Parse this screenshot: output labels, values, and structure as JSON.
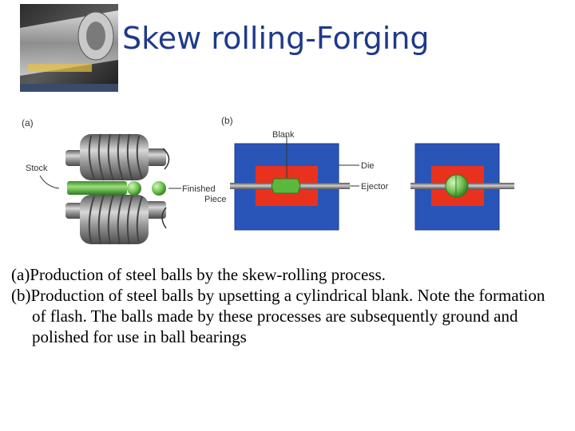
{
  "title": "Skew rolling-Forging",
  "figure": {
    "panel_a": {
      "label": "(a)",
      "stock_label": "Stock",
      "finished_piece_label_line1": "Finished",
      "finished_piece_label_line2": "Piece"
    },
    "panel_b": {
      "label": "(b)",
      "blank_label": "Blank",
      "die_label": "Die",
      "ejector_label": "Ejector"
    }
  },
  "caption": {
    "line_a": "(a)Production of steel balls by the skew-rolling process.",
    "line_b": "(b)Production of steel balls by upsetting a cylindrical blank.  Note the formation of flash.  The balls made by these processes are subsequently ground and polished for use in ball bearings"
  },
  "colors": {
    "title": "#1f3a8a",
    "die_blue": "#2a55b8",
    "die_red": "#e8321e",
    "blank_green": "#5cb83c",
    "steel_gray": "#8c8c8c"
  }
}
